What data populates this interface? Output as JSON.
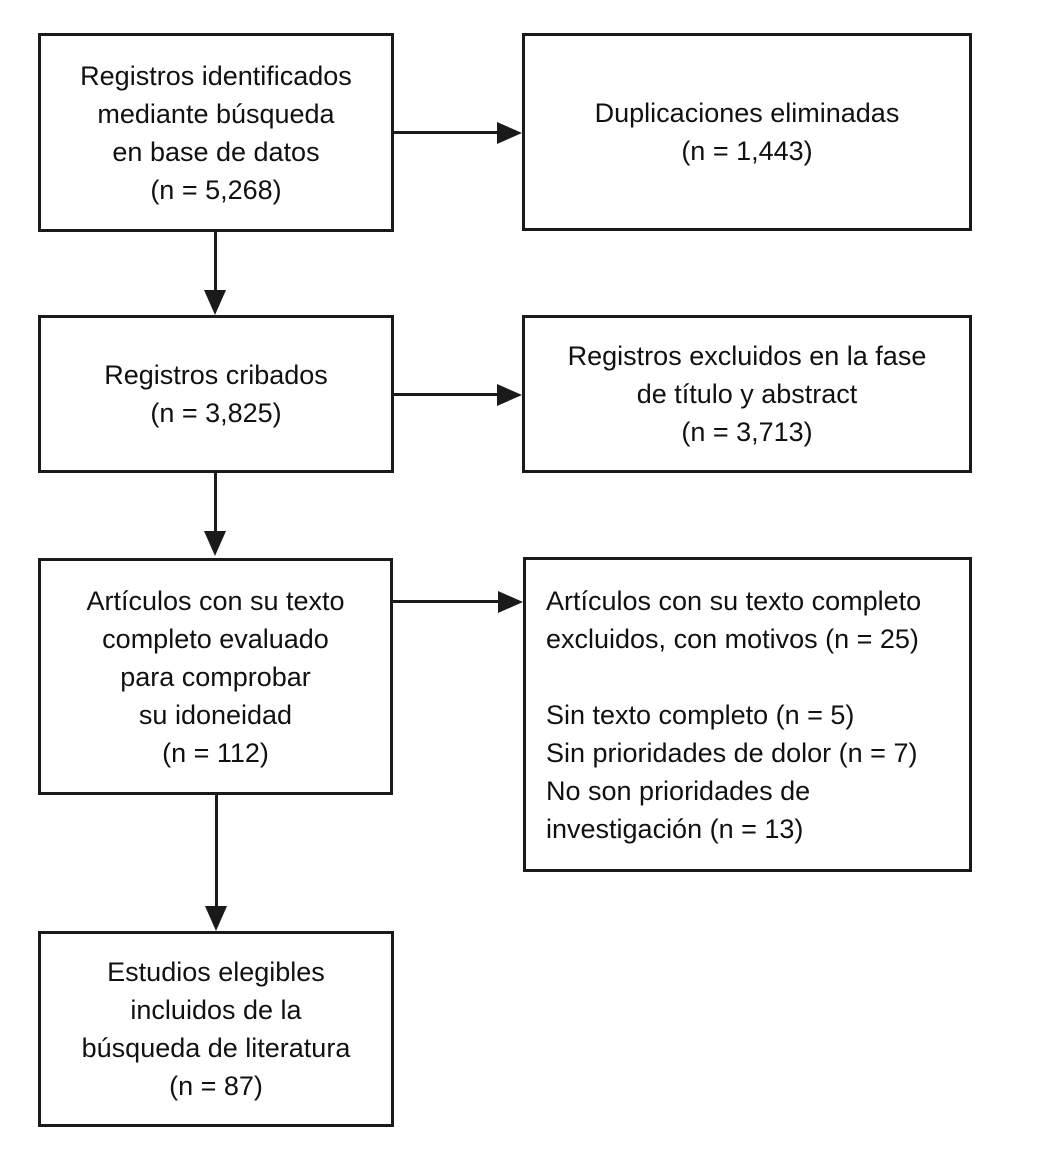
{
  "flowchart": {
    "title": "PRISMA-style literature selection flow diagram (Spanish)",
    "colors": {
      "background": "#ffffff",
      "box_fill": "#ffffff",
      "box_border": "#1a1a1a",
      "text": "#111111",
      "arrow": "#1a1a1a"
    },
    "boxes": [
      {
        "id": "records-identified",
        "text": "Registros identificados\nmediante búsqueda\nen base de datos\n(n = 5,268)",
        "n": 5268,
        "align": "center"
      },
      {
        "id": "duplicates-removed",
        "text": "Duplicaciones eliminadas\n(n = 1,443)",
        "n": 1443,
        "align": "center"
      },
      {
        "id": "records-screened",
        "text": "Registros cribados\n(n = 3,825)",
        "n": 3825,
        "align": "center"
      },
      {
        "id": "records-excluded-title-abstract",
        "text": "Registros excluidos en la fase\nde título y abstract\n(n = 3,713)",
        "n": 3713,
        "align": "center"
      },
      {
        "id": "fulltext-assessed",
        "text": "Artículos con su texto\ncompleto evaluado\npara comprobar\nsu idoneidad\n(n = 112)",
        "n": 112,
        "align": "center"
      },
      {
        "id": "fulltext-excluded",
        "text": "Artículos con su texto completo\nexcluidos, con motivos (n = 25)\n\nSin texto completo (n = 5)\nSin prioridades de dolor (n = 7)\nNo son prioridades de\ninvestigación (n = 13)",
        "n": 25,
        "reasons": [
          {
            "label": "Sin texto completo",
            "n": 5
          },
          {
            "label": "Sin prioridades de dolor",
            "n": 7
          },
          {
            "label": "No son prioridades de investigación",
            "n": 13
          }
        ],
        "align": "left"
      },
      {
        "id": "studies-included",
        "text": "Estudios elegibles\nincluidos de la\nbúsqueda de literatura\n(n = 87)",
        "n": 87,
        "align": "center"
      }
    ],
    "connectors": [
      {
        "from": "records-identified",
        "to": "duplicates-removed",
        "direction": "right"
      },
      {
        "from": "records-identified",
        "to": "records-screened",
        "direction": "down"
      },
      {
        "from": "records-screened",
        "to": "records-excluded-title-abstract",
        "direction": "right"
      },
      {
        "from": "records-screened",
        "to": "fulltext-assessed",
        "direction": "down"
      },
      {
        "from": "fulltext-assessed",
        "to": "fulltext-excluded",
        "direction": "right"
      },
      {
        "from": "fulltext-assessed",
        "to": "studies-included",
        "direction": "down"
      }
    ]
  }
}
